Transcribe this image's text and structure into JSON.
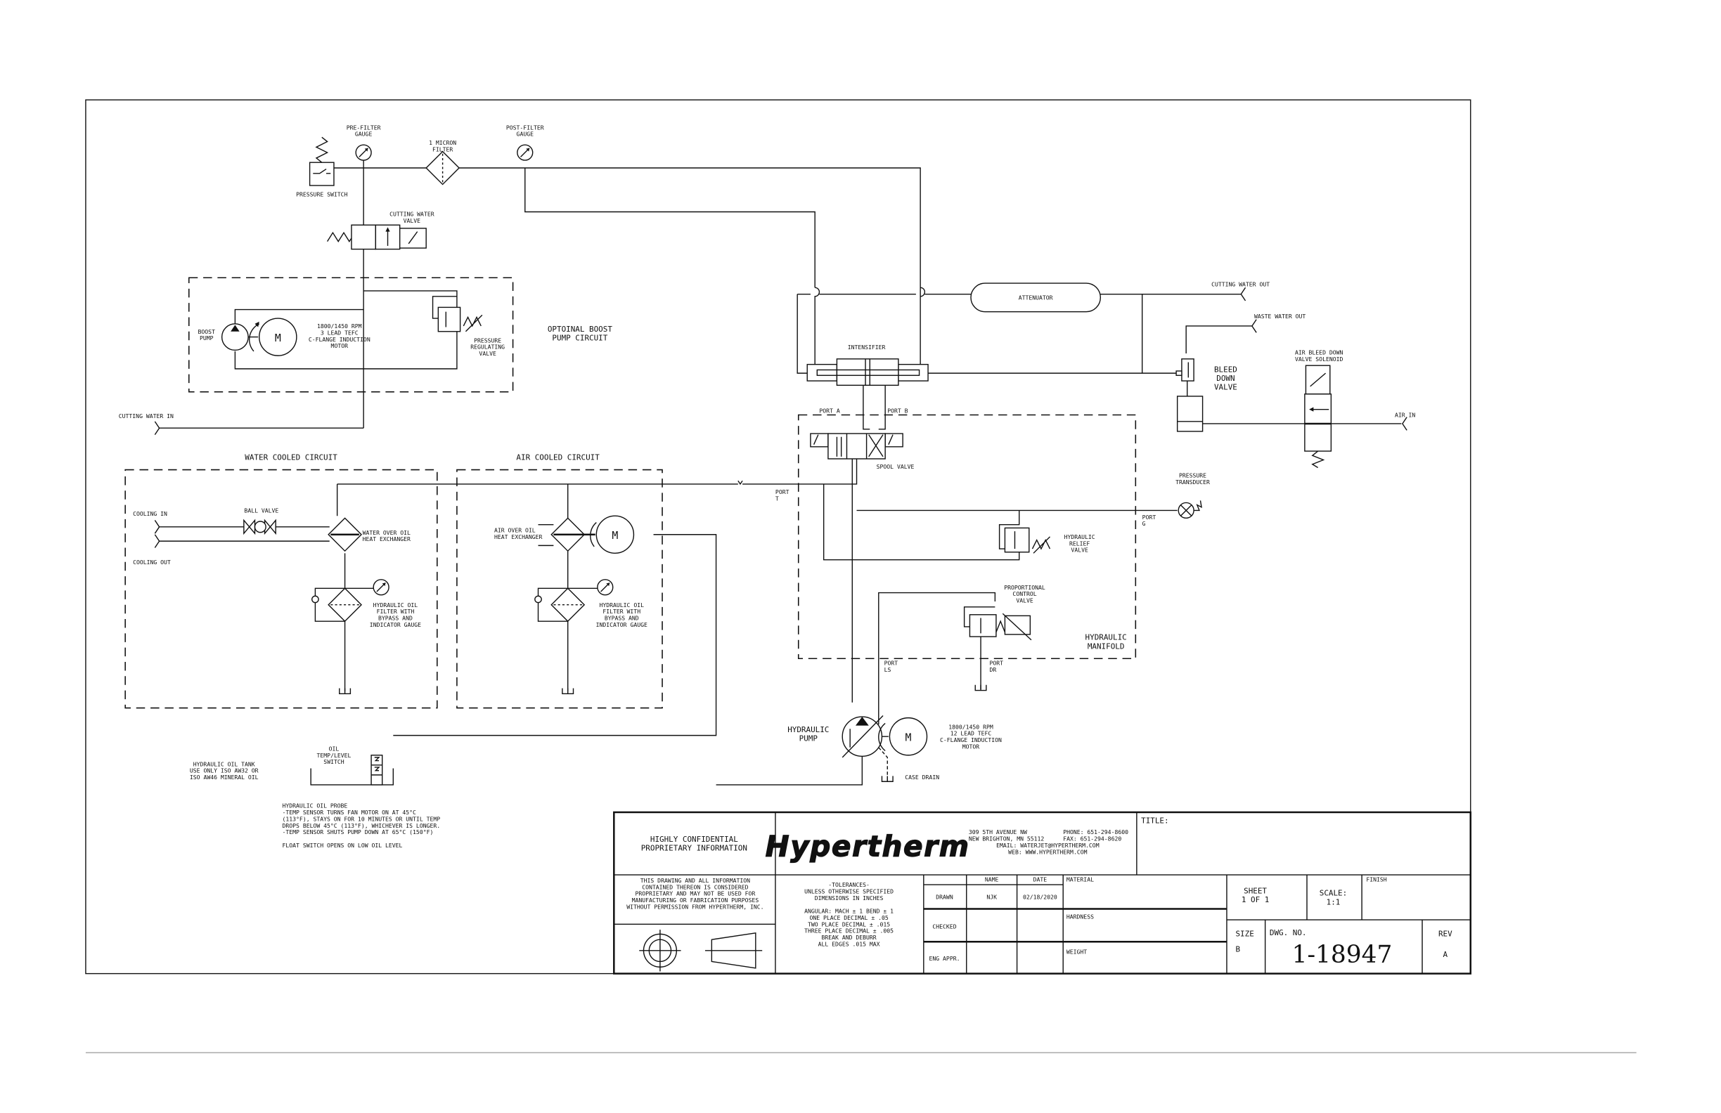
{
  "water_line": {
    "pressure_switch": "PRESSURE SWITCH",
    "pre_filter_gauge": [
      "PRE-FILTER",
      "GAUGE"
    ],
    "micron_filter": [
      "1 MICRON",
      "FILTER"
    ],
    "post_filter_gauge": [
      "POST-FILTER",
      "GAUGE"
    ],
    "cutting_water_valve": [
      "CUTTING WATER",
      "VALVE"
    ],
    "cutting_water_in": "CUTTING WATER IN"
  },
  "boost_circuit": {
    "title": [
      "OPTOINAL BOOST",
      "PUMP CIRCUIT"
    ],
    "boost_pump": [
      "BOOST",
      "PUMP"
    ],
    "motor_symbol": "M",
    "motor_spec": [
      "1800/1450 RPM",
      "3 LEAD TEFC",
      "C-FLANGE INDUCTION",
      "MOTOR"
    ],
    "pressure_regulating_valve": [
      "PRESSURE",
      "REGULATING",
      "VALVE"
    ]
  },
  "high_pressure": {
    "attenuator": "ATTENUATOR",
    "cutting_water_out": "CUTTING WATER OUT",
    "waste_water_out": "WASTE WATER OUT",
    "intensifier": "INTENSIFIER",
    "bleed_down_valve": [
      "BLEED",
      "DOWN",
      "VALVE"
    ],
    "air_bleed_solenoid": [
      "AIR BLEED DOWN",
      "VALVE SOLENOID"
    ],
    "air_in": "AIR IN"
  },
  "manifold": {
    "port_a": "PORT A",
    "port_b": "PORT B",
    "spool_valve": "SPOOL VALVE",
    "port_t": [
      "PORT",
      "T"
    ],
    "port_g": [
      "PORT",
      "G"
    ],
    "pressure_transducer": [
      "PRESSURE",
      "TRANSDUCER"
    ],
    "hydraulic_relief_valve": [
      "HYDRAULIC",
      "RELIEF",
      "VALVE"
    ],
    "proportional_control_valve": [
      "PROPORTIONAL",
      "CONTROL",
      "VALVE"
    ],
    "title": [
      "HYDRAULIC",
      "MANIFOLD"
    ],
    "port_ls": [
      "PORT",
      "LS"
    ],
    "port_dr": [
      "PORT",
      "DR"
    ]
  },
  "water_cooled": {
    "title": "WATER COOLED CIRCUIT",
    "cooling_in": "COOLING IN",
    "cooling_out": "COOLING OUT",
    "ball_valve": "BALL VALVE",
    "heat_exchanger": [
      "WATER OVER OIL",
      "HEAT EXCHANGER"
    ],
    "filter": [
      "HYDRAULIC OIL",
      "FILTER WITH",
      "BYPASS AND",
      "INDICATOR GAUGE"
    ]
  },
  "air_cooled": {
    "title": "AIR COOLED CIRCUIT",
    "heat_exchanger": [
      "AIR OVER OIL",
      "HEAT EXCHANGER"
    ],
    "motor_symbol": "M",
    "filter": [
      "HYDRAULIC OIL",
      "FILTER WITH",
      "BYPASS AND",
      "INDICATOR GAUGE"
    ]
  },
  "pump": {
    "hydraulic_pump": [
      "HYDRAULIC",
      "PUMP"
    ],
    "motor_symbol": "M",
    "motor_spec": [
      "1800/1450 RPM",
      "12 LEAD TEFC",
      "C-FLANGE INDUCTION",
      "MOTOR"
    ],
    "case_drain": "CASE DRAIN"
  },
  "tank": {
    "switch": [
      "OIL",
      "TEMP/LEVEL",
      "SWITCH"
    ],
    "label": [
      "HYDRAULIC OIL TANK",
      "USE ONLY ISO AW32 OR",
      "ISO AW46 MINERAL OIL"
    ],
    "probe_notes": [
      "HYDRAULIC OIL PROBE",
      "-TEMP SENSOR TURNS FAN MOTOR ON AT 45°C",
      "(113°F), STAYS ON FOR 10 MINUTES OR UNTIL TEMP",
      "DROPS BELOW 45°C (113°F), WHICHEVER IS LONGER.",
      "-TEMP SENSOR SHUTS PUMP DOWN AT 65°C (150°F)",
      "",
      "FLOAT SWITCH OPENS ON LOW OIL LEVEL"
    ]
  },
  "title_block": {
    "confidential": [
      "HIGHLY CONFIDENTIAL",
      "PROPRIETARY INFORMATION"
    ],
    "logo": "Hypertherm",
    "address": [
      "309 5TH AVENUE NW",
      "NEW BRIGHTON, MN 55112"
    ],
    "phone": [
      "PHONE: 651-294-8600",
      "FAX: 651-294-8620"
    ],
    "email": "EMAIL: WATERJET@HYPERTHERM.COM",
    "web": "WEB: WWW.HYPERTHERM.COM",
    "title_label": "TITLE:",
    "proprietary_notice": [
      "THIS DRAWING AND ALL INFORMATION",
      "CONTAINED THEREON IS CONSIDERED",
      "PROPRIETARY AND MAY NOT BE USED FOR",
      "MANUFACTURING OR FABRICATION PURPOSES",
      "WITHOUT PERMISSION FROM HYPERTHERM, INC."
    ],
    "tolerances": [
      "-TOLERANCES-",
      "UNLESS OTHERWISE SPECIFIED",
      "DIMENSIONS IN INCHES",
      "",
      "ANGULAR: MACH ± 1   BEND ± 1",
      "ONE PLACE DECIMAL ± .05",
      "TWO PLACE DECIMAL ± .015",
      "THREE PLACE DECIMAL ± .005",
      "BREAK AND DEBURR",
      "ALL EDGES .015 MAX"
    ],
    "name_header": "NAME",
    "date_header": "DATE",
    "drawn_label": "DRAWN",
    "drawn_name": "NJK",
    "drawn_date": "02/18/2020",
    "checked_label": "CHECKED",
    "eng_appr_label": "ENG APPR.",
    "material_label": "MATERIAL",
    "hardness_label": "HARDNESS",
    "weight_label": "WEIGHT",
    "sheet": [
      "SHEET",
      "1 OF 1"
    ],
    "scale": [
      "SCALE:",
      "1:1"
    ],
    "finish_label": "FINISH",
    "size_label": "SIZE",
    "size_value": "B",
    "dwg_no_label": "DWG. NO.",
    "dwg_no": "1-18947",
    "rev_label": "REV",
    "rev_value": "A"
  }
}
